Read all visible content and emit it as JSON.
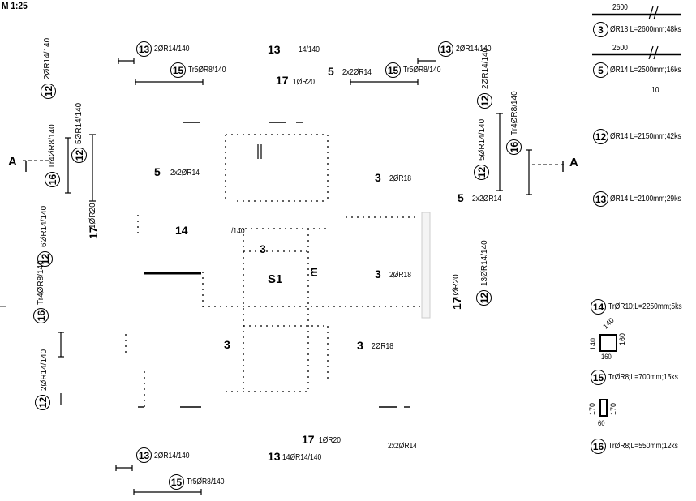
{
  "drawing": {
    "scale": "M 1:25",
    "section_marks": [
      "A",
      "A"
    ],
    "slab": "S1"
  },
  "plan_labels": {
    "top_13": "2ØR14/140",
    "top_15": "Tr5ØR8/140",
    "top_mid_13": "13",
    "top_mid_13_text": "14/140",
    "top_17": "17",
    "top_17_text": "1ØR20",
    "top_5": "5",
    "top_5_text": "2x2ØR14",
    "top_right_15": "Tr5ØR8/140",
    "top_right_13": "2ØR14/140",
    "left_5": "5",
    "left_5_text": "2x2ØR14",
    "left_14": "14",
    "left_14_text": "/140",
    "center_3": "3",
    "right_3a": "3",
    "right_3a_text": "2ØR18",
    "right_3b": "3",
    "right_3b_text": "2ØR18",
    "right_5": "5",
    "right_5_text": "2x2ØR14",
    "bottom_3": "3",
    "bottom_3b": "3",
    "bottom_3b_text": "2ØR18",
    "bottom_17": "17",
    "bottom_17_text": "1ØR20",
    "bottom_5_text": "2x2ØR14",
    "bottom_13": "2ØR14/140",
    "bottom_mid_13": "13",
    "bottom_mid_13_text": "14ØR14/140",
    "bottom_15": "Tr5ØR8/140",
    "m_mark": "m"
  },
  "vertical_labels": {
    "l_12a": "2ØR14/140",
    "l_16a": "Tr4ØR8/140",
    "l_12b": "5ØR14/140",
    "l_17": "1ØR20",
    "l_12c": "6ØR14/140",
    "l_16b": "Tr4ØR8/140",
    "l_12d": "2ØR14/140",
    "r_12a": "2ØR14/140",
    "r_16": "Tr4ØR8/140",
    "r_12b": "5ØR14/140",
    "r_17": "1ØR20",
    "r_12c": "13ØR14/140"
  },
  "legend": [
    {
      "mark": "3",
      "dim": "2600",
      "text": "ØR18;L=2600mm;48ks"
    },
    {
      "mark": "5",
      "dim": "2500",
      "text": "ØR14;L=2500mm;16ks",
      "note": "10"
    },
    {
      "mark": "12",
      "text": "ØR14;L=2150mm;42ks"
    },
    {
      "mark": "13",
      "text": "ØR14;L=2100mm;29ks"
    },
    {
      "mark": "14",
      "text": "TrØR10;L=2250mm;5ks",
      "d1": "160",
      "d2": "140",
      "d3": "140",
      "d4": "160"
    },
    {
      "mark": "15",
      "text": "TrØR8;L=700mm;15ks",
      "d1": "170",
      "d2": "170",
      "d3": "60"
    },
    {
      "mark": "16",
      "text": "TrØR8;L=550mm;12ks"
    }
  ]
}
